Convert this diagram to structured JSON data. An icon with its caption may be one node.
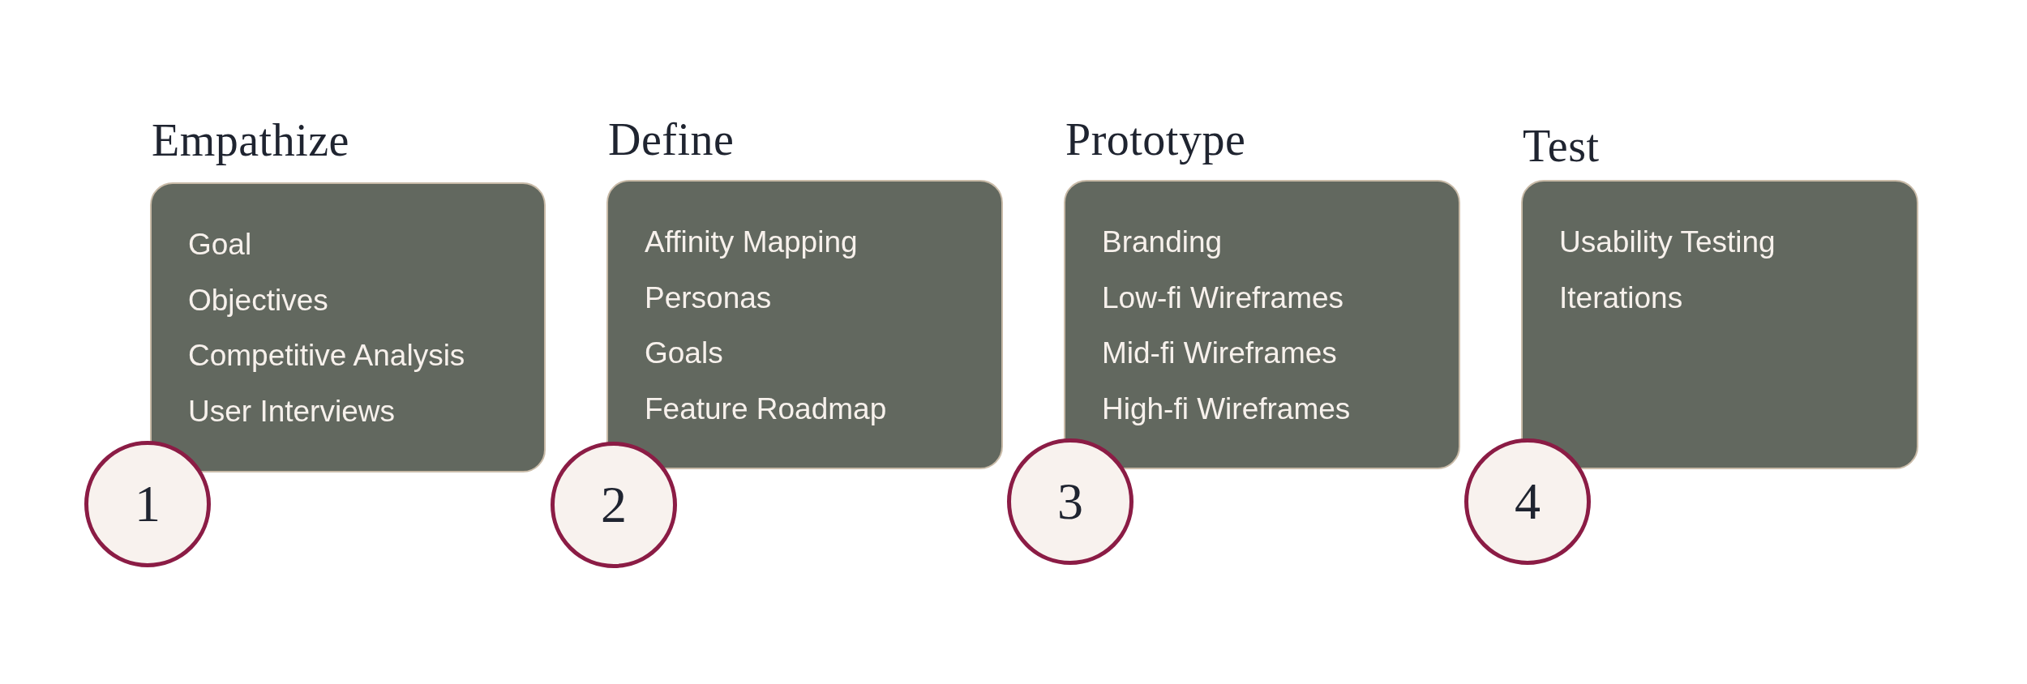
{
  "diagram": {
    "nodes": [
      {
        "text": [
          "Empathize",
          "Goal",
          "Objectives",
          "Competitive Analysis",
          "User Interviews"
        ]
      },
      {
        "text": [
          "1"
        ]
      },
      {
        "text": [
          "Define",
          "Affinity Mapping",
          "Personas",
          "Goals",
          "Feature Roadmap"
        ]
      },
      {
        "text": [
          "2"
        ]
      },
      {
        "text": [
          "Prototype",
          "Branding",
          "Low-fi Wireframes",
          "Mid-fi Wireframes",
          "High-fi Wireframes"
        ]
      },
      {
        "text": [
          "3"
        ]
      },
      {
        "text": [
          "Test",
          "Usability Testing",
          "Iterations"
        ]
      },
      {
        "text": [
          "4"
        ]
      }
    ]
  }
}
